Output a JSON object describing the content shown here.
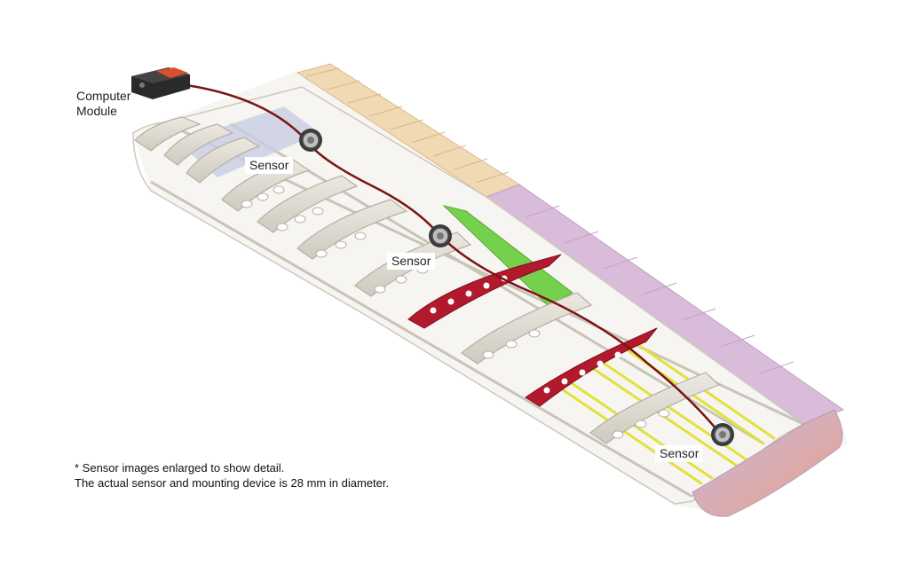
{
  "diagram": {
    "computer_label_line1": "Computer",
    "computer_label_line2": "Module",
    "sensor_labels": [
      "Sensor",
      "Sensor",
      "Sensor"
    ],
    "footnote_line1": "* Sensor images enlarged to show detail.",
    "footnote_line2": "The actual sensor and mounting device is 28 mm in diameter."
  },
  "colors": {
    "cable": "#7a1414",
    "rib": "#dcd8cf",
    "rib_edge": "#b7b2a6",
    "highlight_rib": "#b0172a",
    "stringer": "#e3e23a",
    "spar_panel": "#6fcf4a",
    "trailing_edge": "#d6b6d8",
    "leading_panel": "#f0d7b0",
    "tip_cap": "#e8a48a",
    "module_body": "#2a2a2a",
    "module_accent": "#d9502a",
    "sensor_ring": "#555555"
  },
  "icons": {
    "computer_module": "computer-module-icon",
    "sensor": "sensor-disc-icon"
  }
}
